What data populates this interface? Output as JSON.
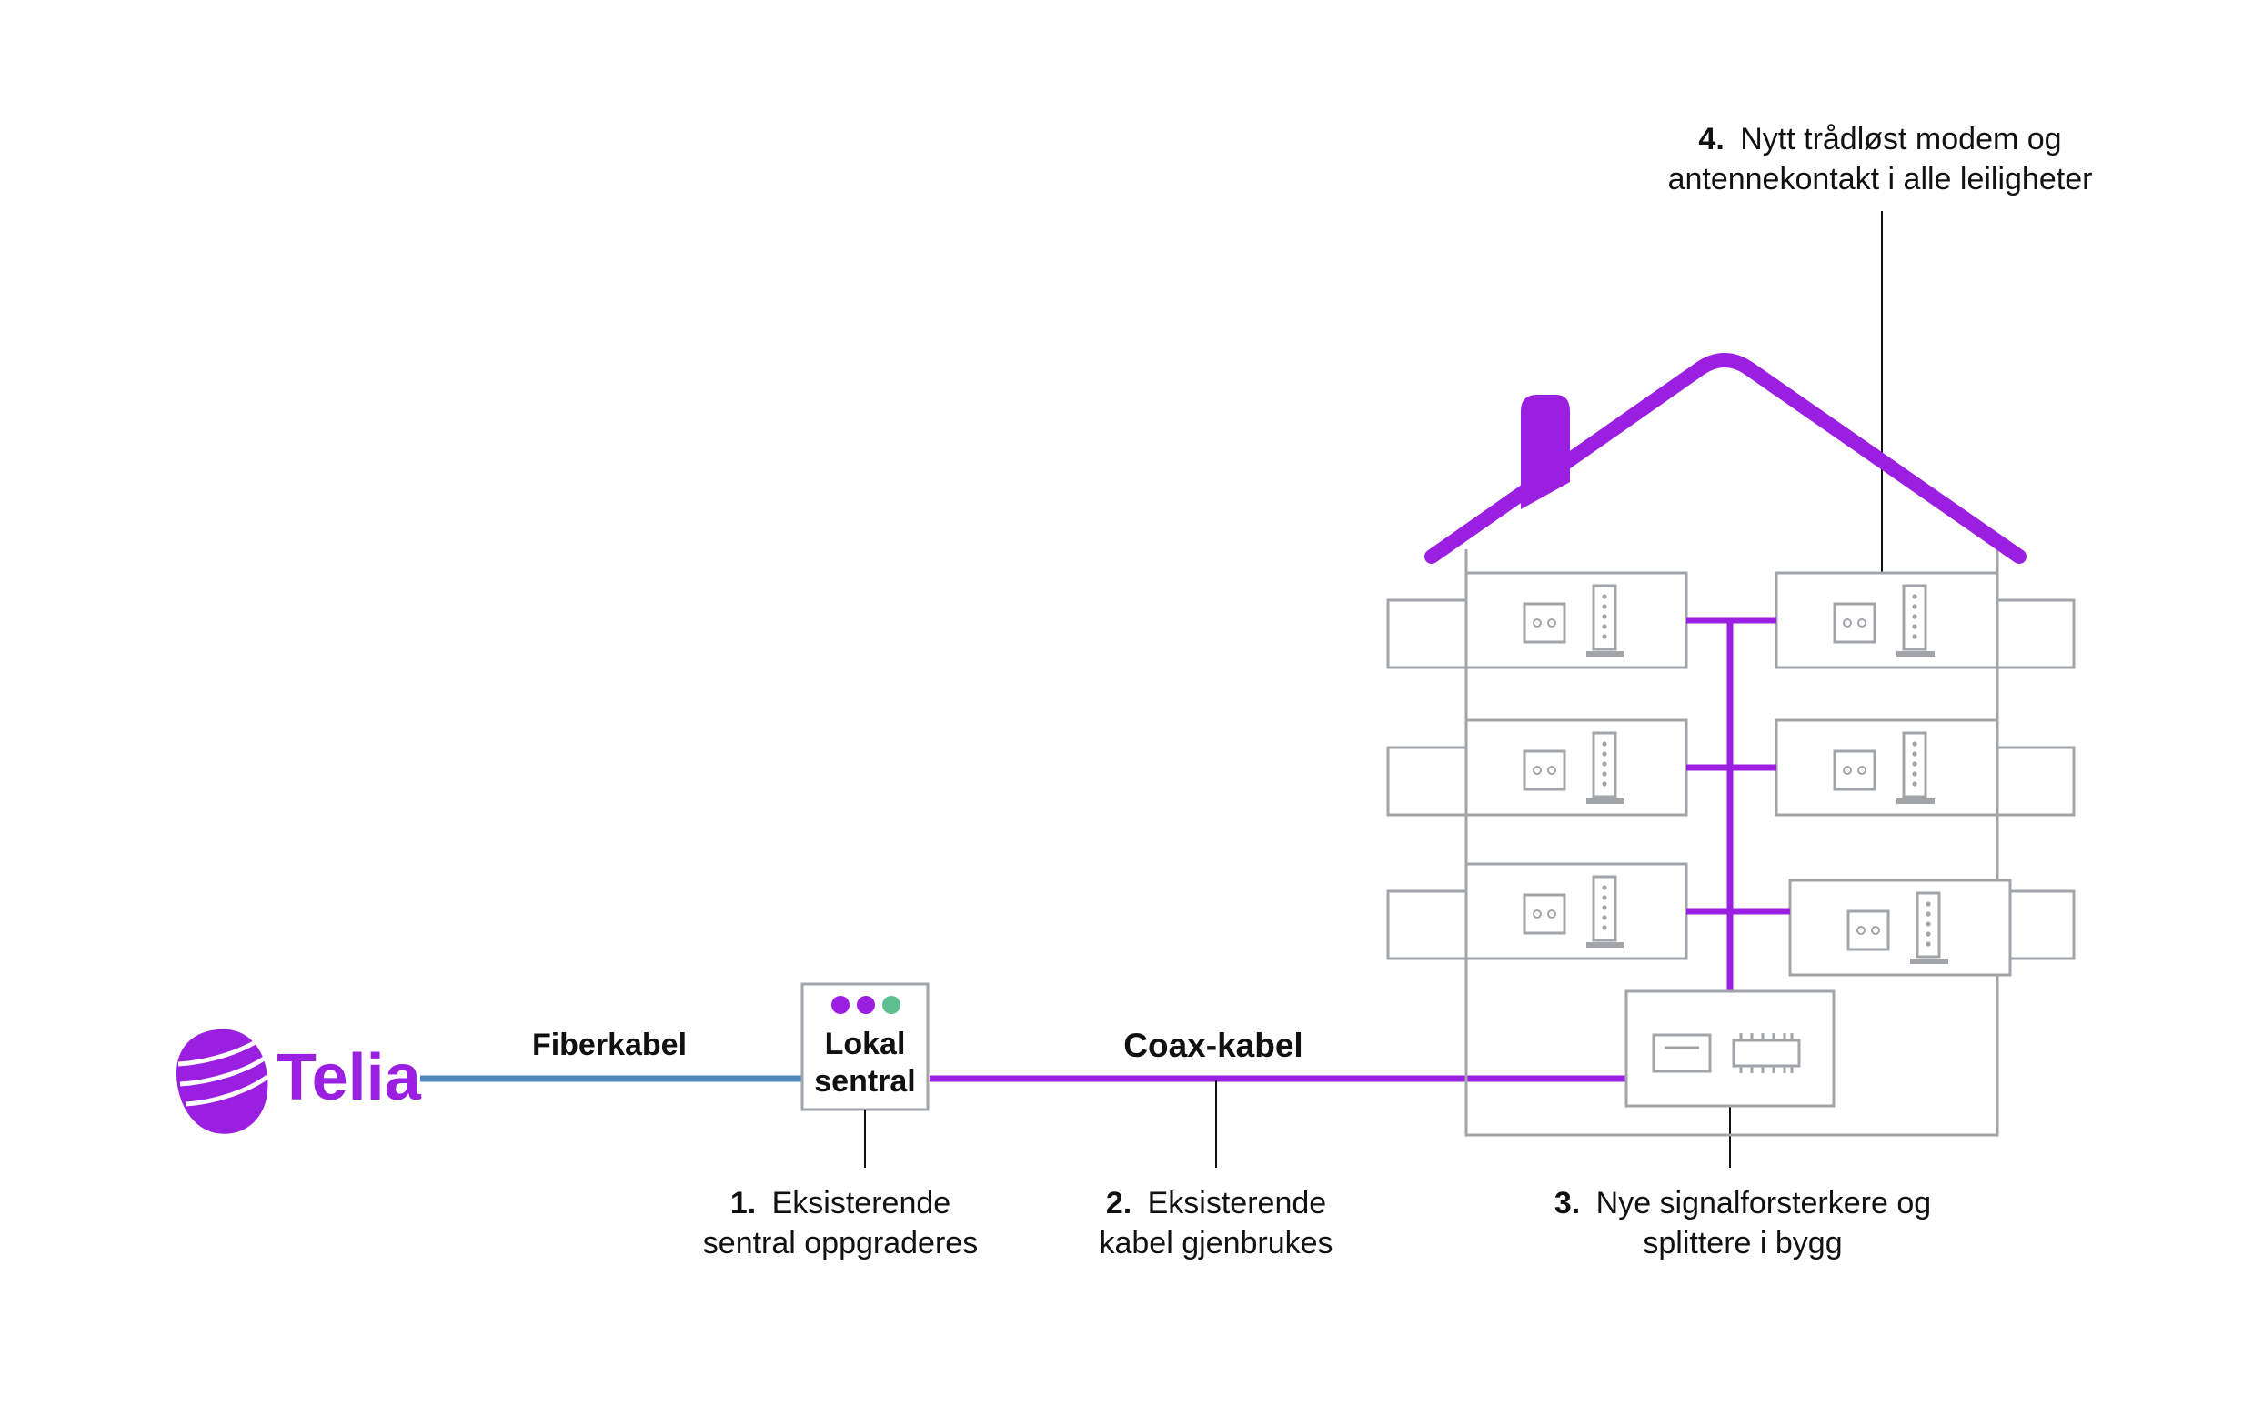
{
  "colors": {
    "purple": "#9b1fe0",
    "fiber": "#4f87be",
    "gray": "#a1a5a9",
    "green": "#5dbf8f",
    "text": "#111111"
  },
  "logo": {
    "text": "Telia"
  },
  "cables": {
    "fiber": "Fiberkabel",
    "coax": "Coax-kabel"
  },
  "central": {
    "line1": "Lokal",
    "line2": "sentral",
    "status_dots": [
      "purple",
      "purple",
      "green"
    ]
  },
  "callouts": [
    {
      "num": "1.",
      "line1": "Eksisterende",
      "line2": "sentral oppgraderes"
    },
    {
      "num": "2.",
      "line1": "Eksisterende",
      "line2": "kabel gjenbrukes"
    },
    {
      "num": "3.",
      "line1": "Nye signalforsterkere og",
      "line2": "splittere i bygg"
    },
    {
      "num": "4.",
      "line1": "Nytt trådløst modem og",
      "line2": "antennekontakt i alle leiligheter"
    }
  ],
  "icons": {
    "apartment_devices": [
      "antenna-socket-icon",
      "wireless-modem-icon"
    ],
    "basement_devices": [
      "signal-amplifier-icon",
      "splitter-icon"
    ],
    "roof": "roof-icon",
    "chimney": "chimney-icon"
  }
}
